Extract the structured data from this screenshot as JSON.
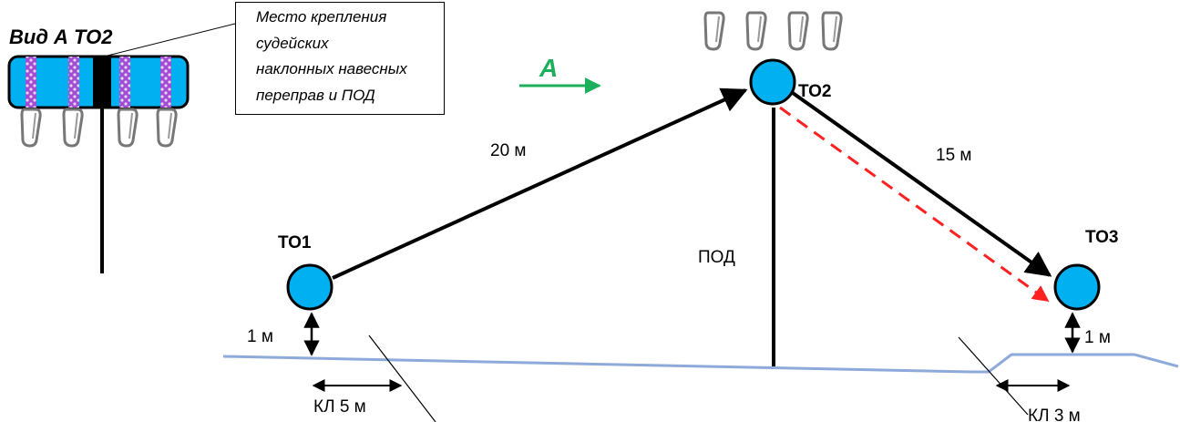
{
  "colors": {
    "node_fill": "#00B0F0",
    "ground": "#8EAADB",
    "arrow_a": "#1DB05A",
    "dashed_arrow": "#FF2020",
    "strap_accent": "#A34BD2"
  },
  "view": {
    "title": "Вид А ТО2",
    "arrow_label": "А"
  },
  "note": {
    "lines": [
      "Место крепления",
      "судейских",
      "наклонных навесных",
      "переправ и ПОД"
    ]
  },
  "nodes": [
    {
      "id": "to1",
      "label": "ТО1"
    },
    {
      "id": "to2",
      "label": "ТО2"
    },
    {
      "id": "to3",
      "label": "ТО3"
    }
  ],
  "segments": {
    "left_length": "20 м",
    "right_length": "15 м",
    "vertical_label": "ПОД"
  },
  "heights": {
    "left": "1 м",
    "right": "1 м"
  },
  "control_lines": {
    "left": "КЛ 5 м",
    "right": "КЛ 3 м"
  },
  "icons": {
    "carabiner": "carabiner-icon"
  }
}
